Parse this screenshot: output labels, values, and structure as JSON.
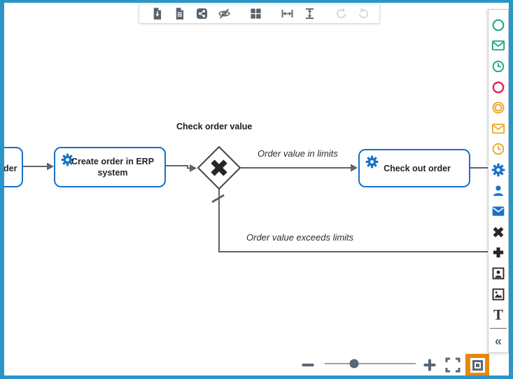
{
  "window": {
    "frame_border_color": "#2B95C8",
    "background": "#ffffff"
  },
  "toolbar": {
    "icons": [
      "export-file",
      "document",
      "share",
      "hide-preview",
      "grid",
      "fit-width",
      "fit-height",
      "undo",
      "redo"
    ],
    "disabled_icons": [
      "undo",
      "redo"
    ]
  },
  "diagram": {
    "partial_task": {
      "visible_label": "der"
    },
    "tasks": [
      {
        "label": "Create order in ERP system",
        "type": "service-task"
      },
      {
        "label": "Check out order",
        "type": "service-task"
      }
    ],
    "gateway": {
      "label": "Check order value",
      "type": "exclusive-gateway"
    },
    "flows": [
      {
        "label": "Order value in limits"
      },
      {
        "label": "Order value exceeds limits",
        "default_flow": true
      }
    ]
  },
  "palette": {
    "items": [
      {
        "name": "start-event",
        "color": "#12A385"
      },
      {
        "name": "message-start-event",
        "color": "#12A385"
      },
      {
        "name": "timer-start-event",
        "color": "#12A385"
      },
      {
        "name": "end-event",
        "color": "#E51A4F"
      },
      {
        "name": "intermediate-event",
        "color": "#EEA320"
      },
      {
        "name": "message-intermediate-event",
        "color": "#EEA320"
      },
      {
        "name": "timer-intermediate-event",
        "color": "#EEA320"
      },
      {
        "name": "service-task",
        "color": "#1A70C9"
      },
      {
        "name": "user-task",
        "color": "#1A70C9"
      },
      {
        "name": "send-task",
        "color": "#1A70C9"
      },
      {
        "name": "exclusive-gateway",
        "color": "#262626"
      },
      {
        "name": "parallel-gateway",
        "color": "#262626"
      },
      {
        "name": "user-image",
        "color": "#262626"
      },
      {
        "name": "image",
        "color": "#262626"
      },
      {
        "name": "text",
        "glyph": "T",
        "color": "#333333"
      }
    ],
    "collapse_glyph": "«"
  },
  "zoom_controls": {
    "icons": [
      "zoom-out",
      "zoom-slider",
      "zoom-in",
      "fit-viewport",
      "toggle-minimap"
    ],
    "active_icon": "toggle-minimap",
    "active_color": "#E8870D",
    "slider_position_pct": 32
  },
  "colors": {
    "task_border": "#1A70C9",
    "connector": "#5F6368",
    "gateway_stroke": "#454545",
    "gateway_marker": "#262626"
  }
}
